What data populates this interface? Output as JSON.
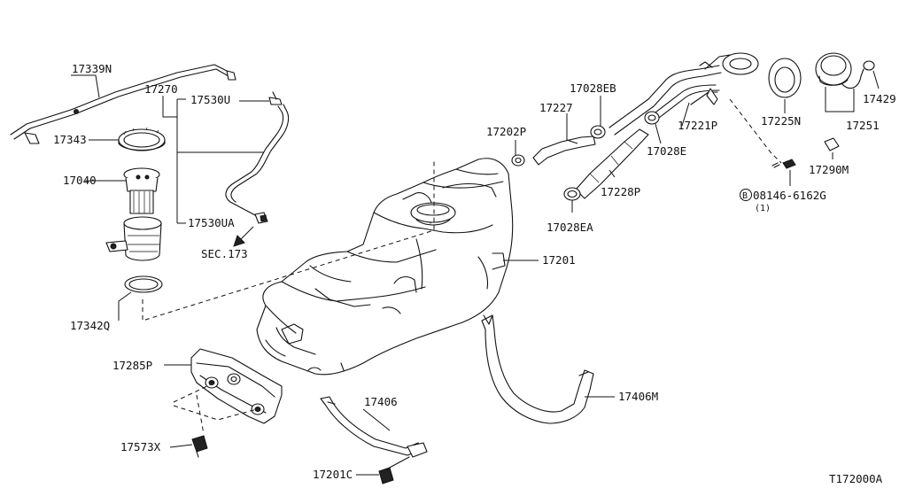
{
  "labels": {
    "l17339N": "17339N",
    "l17270": "17270",
    "l17530U": "17530U",
    "l17343": "17343",
    "l17040": "17040",
    "l17530UA": "17530UA",
    "lSEC173": "SEC.173",
    "l17342Q": "17342Q",
    "l17285P": "17285P",
    "l17573X": "17573X",
    "l17406": "17406",
    "l17201C": "17201C",
    "l17406M": "17406M",
    "l17201": "17201",
    "l17202P": "17202P",
    "l17227": "17227",
    "l17028EB": "17028EB",
    "l17028EA": "17028EA",
    "l17228P": "17228P",
    "l17028E": "17028E",
    "l17221P": "17221P",
    "l17225N": "17225N",
    "l17251": "17251",
    "l17429": "17429",
    "l17290M": "17290M",
    "bolt_circle": "B",
    "bolt_part": "08146-6162G",
    "bolt_qty": "(1)",
    "diagram_id": "T172000A"
  },
  "colors": {
    "line": "#111111",
    "background": "#ffffff"
  }
}
